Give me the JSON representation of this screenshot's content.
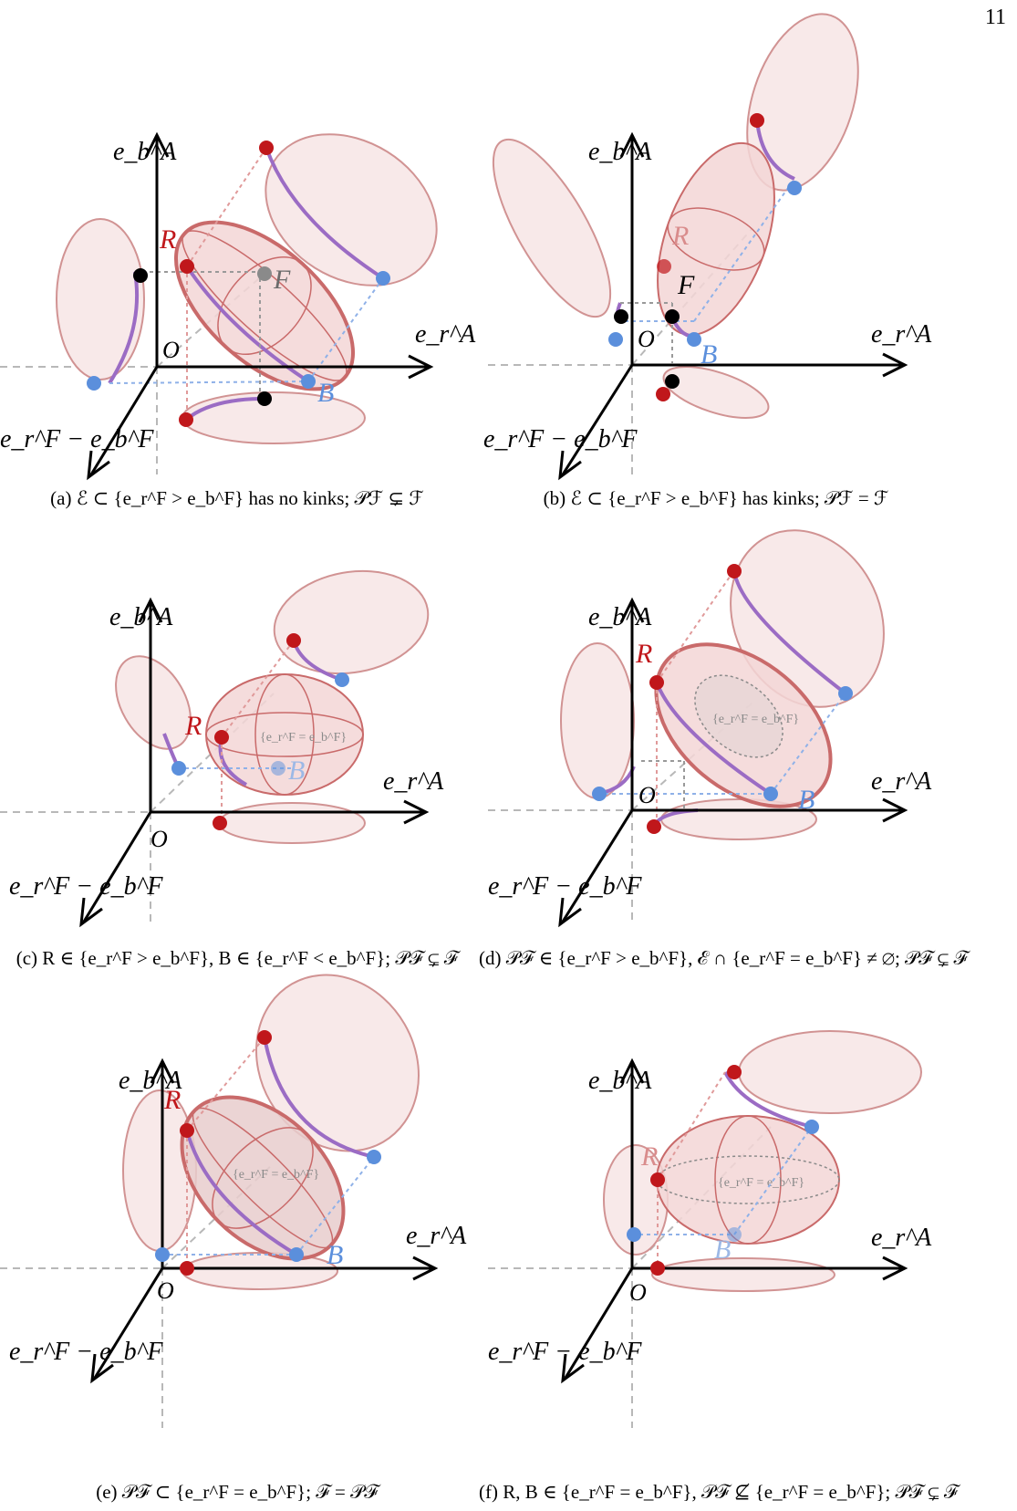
{
  "page_number": "11",
  "axes": {
    "vertical": "e_b^A",
    "horizontal": "e_r^A",
    "depth": "e_r^F − e_b^F",
    "origin": "O"
  },
  "point_labels": {
    "R": "R",
    "B": "B",
    "F": "F"
  },
  "region_label": "{e_r^F = e_b^F}",
  "colors": {
    "ellipsoid_fill": "#f3d6d6",
    "ellipsoid_stroke": "#c96a6a",
    "shadow_fill": "#f8e9e9",
    "shadow_stroke": "#d19393",
    "purple_arc": "#9b6cc4",
    "red_point": "#c0171b",
    "blue_point": "#5b8fdc",
    "black_point": "#000000",
    "guide_gray": "#b8b8b8"
  },
  "panels": [
    {
      "id": "a",
      "caption": "(a) ℰ ⊂ {e_r^F > e_b^F} has no kinks; 𝒫ℱ ⊊ ℱ"
    },
    {
      "id": "b",
      "caption": "(b) ℰ ⊂ {e_r^F > e_b^F} has kinks; 𝒫ℱ = ℱ"
    },
    {
      "id": "c",
      "caption": "(c) R ∈ {e_r^F > e_b^F}, B ∈ {e_r^F < e_b^F}; 𝒫ℱ ⊊ ℱ"
    },
    {
      "id": "d",
      "caption": "(d) 𝒫ℱ ∈ {e_r^F > e_b^F}, ℰ ∩ {e_r^F = e_b^F} ≠ ∅; 𝒫ℱ ⊊ ℱ"
    },
    {
      "id": "e",
      "caption": "(e) 𝒫ℱ ⊂ {e_r^F = e_b^F}; ℱ = 𝒫ℱ"
    },
    {
      "id": "f",
      "caption": "(f) R, B ∈ {e_r^F = e_b^F}, 𝒫ℱ ⊈ {e_r^F = e_b^F}; 𝒫ℱ ⊊ ℱ"
    }
  ]
}
